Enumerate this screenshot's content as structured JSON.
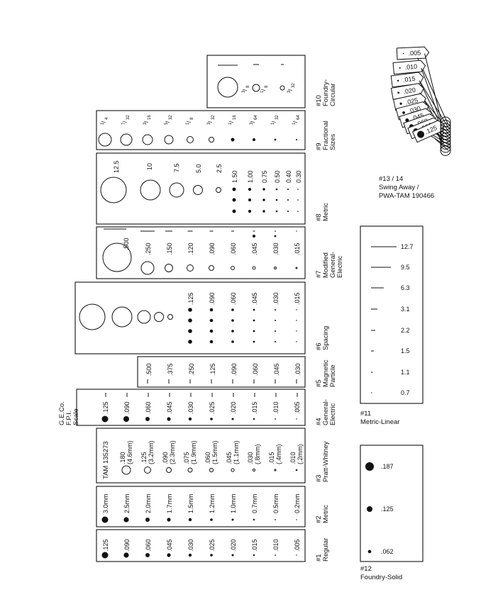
{
  "panels": [
    {
      "id": "p1",
      "label": [
        "#1",
        "Regular"
      ],
      "items": [
        ".125",
        ".090",
        ".060",
        ".045",
        ".030",
        ".025",
        ".020",
        ".015",
        ".010",
        ".005"
      ]
    },
    {
      "id": "p2",
      "label": [
        "#2",
        "Metric"
      ],
      "items": [
        "3.0mm",
        "2.5mm",
        "2.0mm",
        "1.7mm",
        "1.5mm",
        "1.2mm",
        "1.0mm",
        "0.7mm",
        "0.5mm",
        "0.2mm"
      ]
    },
    {
      "id": "p3",
      "label": [
        "#3",
        "Pratt-Whitney"
      ],
      "side": "TAM 135273",
      "items": [
        [
          ".180",
          "(4.6mm)"
        ],
        [
          ".125",
          "(3.2mm)"
        ],
        [
          ".090",
          "(2.3mm)"
        ],
        [
          ".075",
          "(1.9mm)"
        ],
        [
          ".060",
          "(1.5mm)"
        ],
        [
          ".045",
          "(1.1mm)"
        ],
        [
          ".030",
          "(.8mm)"
        ],
        [
          ".015",
          "(.4mm)"
        ],
        [
          ".010",
          "(.2mm)"
        ]
      ]
    },
    {
      "id": "p4",
      "label": [
        "#4",
        "General-",
        "Electric"
      ],
      "side": [
        "G.E.Co.",
        "F.P.I.",
        "Scale"
      ],
      "items": [
        ".125",
        ".090",
        ".060",
        ".045",
        ".030",
        ".025",
        ".020",
        ".015",
        ".010",
        ".005"
      ]
    },
    {
      "id": "p5",
      "label": [
        "#5",
        "Magnetic",
        "Particle"
      ],
      "items": [
        ".500",
        ".375",
        ".250",
        ".125",
        ".090",
        ".060",
        ".045",
        ".030"
      ]
    },
    {
      "id": "p6",
      "label": [
        "#6",
        "Spacing"
      ],
      "items": [
        ".125",
        ".090",
        ".060",
        ".045",
        ".030",
        ".015"
      ]
    },
    {
      "id": "p7",
      "label": [
        "#7",
        "Modified",
        "General-",
        "Electric"
      ],
      "items": [
        ".500",
        ".250",
        ".150",
        ".120",
        ".090",
        ".060",
        ".045",
        ".030",
        ".015"
      ]
    },
    {
      "id": "p8",
      "label": [
        "#8",
        "Metric"
      ],
      "items": [
        "12.5",
        "10",
        "7.5",
        "5.0",
        "2.5",
        "1.50",
        "1.00",
        "0.75",
        "0.50",
        "0.40",
        "0.30"
      ]
    },
    {
      "id": "p9",
      "label": [
        "#9",
        "Fractional",
        "Sizes"
      ],
      "items": [
        [
          "1",
          "4"
        ],
        [
          "7",
          "32"
        ],
        [
          "3",
          "16"
        ],
        [
          "5",
          "32"
        ],
        [
          "1",
          "8"
        ],
        [
          "3",
          "32"
        ],
        [
          "1",
          "16"
        ],
        [
          "3",
          "64"
        ],
        [
          "1",
          "32"
        ],
        [
          "1",
          "64"
        ]
      ]
    },
    {
      "id": "p10",
      "label": [
        "#10",
        "Foundry-",
        "Circular"
      ],
      "items": [
        [
          "3",
          "8"
        ],
        [
          "1",
          "8"
        ],
        [
          "3",
          "32"
        ]
      ]
    },
    {
      "id": "p11",
      "label": [
        "#11",
        "Metric-Linear"
      ],
      "items": [
        "12.7",
        "9.5",
        "6.3",
        "3.1",
        "2.2",
        "1.5",
        "1.1",
        "0.7"
      ]
    },
    {
      "id": "p12",
      "label": [
        "#12",
        "Foundry-Solid"
      ],
      "items": [
        ".187",
        ".125",
        ".062"
      ]
    },
    {
      "id": "p13",
      "label": [
        "#13 / 14",
        "Swing Away /",
        "PWA-TAM 190466"
      ],
      "items": [
        ".005",
        ".010",
        ".015",
        ".020",
        ".025",
        ".030",
        ".045",
        ".060",
        ".090",
        ".125"
      ]
    }
  ]
}
